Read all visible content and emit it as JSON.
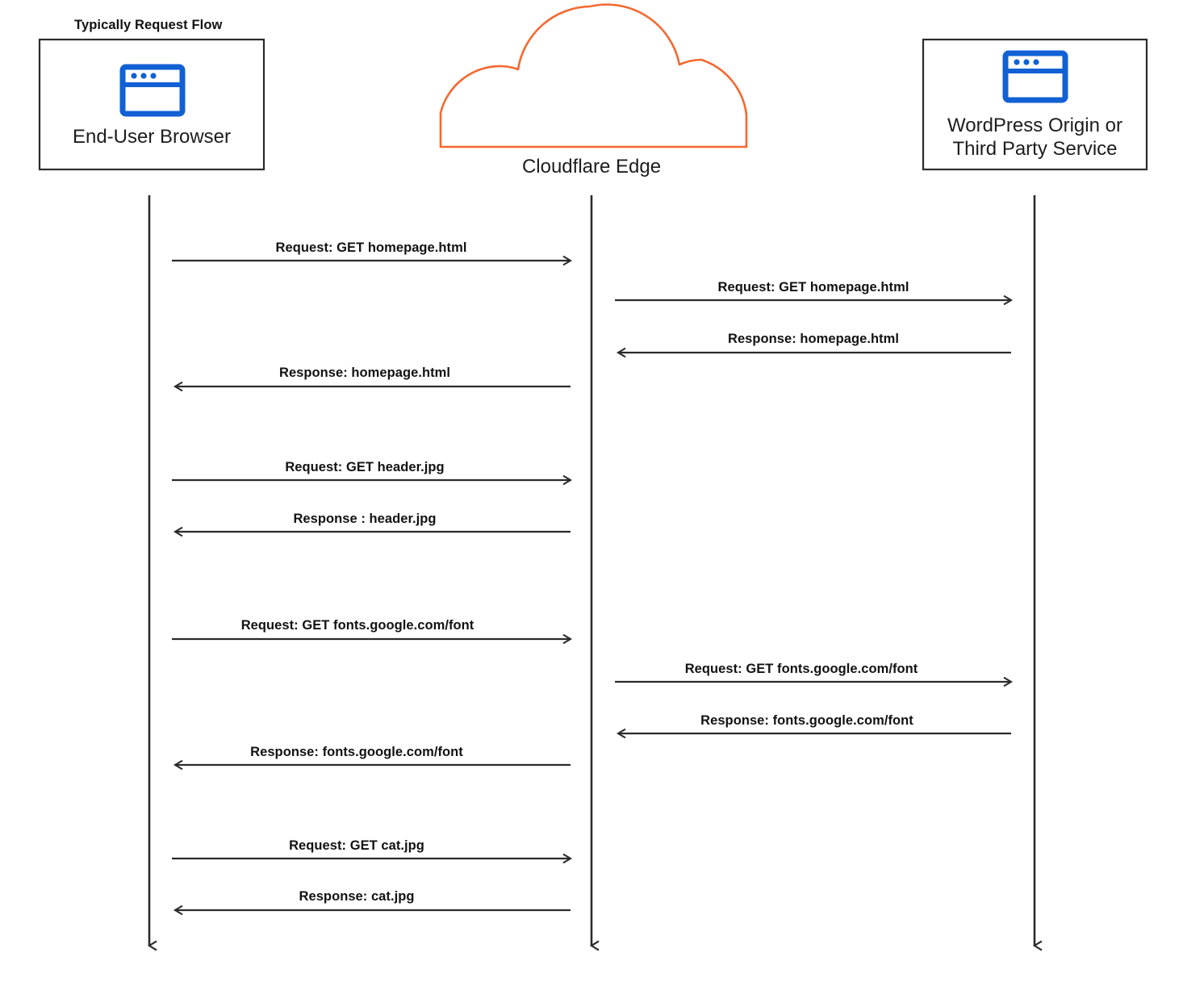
{
  "diagram": {
    "title": "Typically Request Flow",
    "colors": {
      "accent_orange": "#f4682f",
      "icon_blue": "#1161d5",
      "line": "#2b2b2b",
      "text": "#1d1d1d",
      "background": "#ffffff"
    },
    "participants": [
      {
        "id": "browser",
        "label": "End-User Browser",
        "shape": "box",
        "icon": "browser-window-icon"
      },
      {
        "id": "edge",
        "label": "Cloudflare Edge",
        "shape": "cloud",
        "icon": "cloud-icon"
      },
      {
        "id": "origin",
        "label_line1": "WordPress Origin or",
        "label_line2": "Third Party Service",
        "shape": "box",
        "icon": "browser-window-icon"
      }
    ],
    "messages": [
      {
        "index": 1,
        "label": "Request: GET homepage.html",
        "from": "browser",
        "to": "edge",
        "direction": "right"
      },
      {
        "index": 2,
        "label": "Request: GET homepage.html",
        "from": "edge",
        "to": "origin",
        "direction": "right"
      },
      {
        "index": 3,
        "label": "Response: homepage.html",
        "from": "origin",
        "to": "edge",
        "direction": "left"
      },
      {
        "index": 4,
        "label": "Response: homepage.html",
        "from": "edge",
        "to": "browser",
        "direction": "left"
      },
      {
        "index": 5,
        "label": "Request: GET header.jpg",
        "from": "browser",
        "to": "edge",
        "direction": "right"
      },
      {
        "index": 6,
        "label": "Response : header.jpg",
        "from": "edge",
        "to": "browser",
        "direction": "left"
      },
      {
        "index": 7,
        "label": "Request: GET fonts.google.com/font",
        "from": "browser",
        "to": "edge",
        "direction": "right"
      },
      {
        "index": 8,
        "label": "Request: GET fonts.google.com/font",
        "from": "edge",
        "to": "origin",
        "direction": "right"
      },
      {
        "index": 9,
        "label": "Response: fonts.google.com/font",
        "from": "origin",
        "to": "edge",
        "direction": "left"
      },
      {
        "index": 10,
        "label": "Response: fonts.google.com/font",
        "from": "edge",
        "to": "browser",
        "direction": "left"
      },
      {
        "index": 11,
        "label": "Request: GET cat.jpg",
        "from": "browser",
        "to": "edge",
        "direction": "right"
      },
      {
        "index": 12,
        "label": "Response: cat.jpg",
        "from": "edge",
        "to": "browser",
        "direction": "left"
      }
    ]
  }
}
